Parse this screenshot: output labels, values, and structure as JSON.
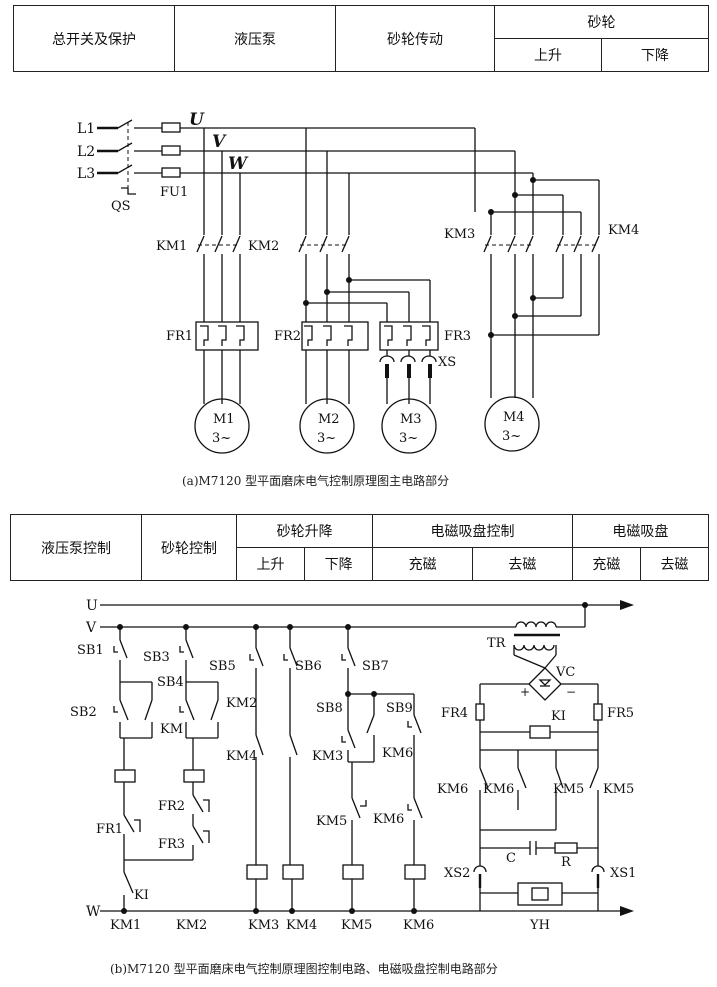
{
  "top_table": {
    "c1": "总开关及保护",
    "c2": "液压泵",
    "c3": "砂轮传动",
    "c4": "砂轮",
    "c4a": "上升",
    "c4b": "下降"
  },
  "top_diagram": {
    "phases": [
      "L1",
      "L2",
      "L3"
    ],
    "phase_marks": [
      "U",
      "V",
      "W"
    ],
    "labels": {
      "qs": "QS",
      "fu1": "FU1",
      "km1": "KM1",
      "km2": "KM2",
      "km3": "KM3",
      "km4": "KM4",
      "fr1": "FR1",
      "fr2": "FR2",
      "fr3": "FR3",
      "xs": "XS"
    },
    "motors": [
      {
        "name": "M1",
        "phase": "3~"
      },
      {
        "name": "M2",
        "phase": "3~"
      },
      {
        "name": "M3",
        "phase": "3~"
      },
      {
        "name": "M4",
        "phase": "3~"
      }
    ],
    "caption": "(a)M7120 型平面磨床电气控制原理图主电路部分"
  },
  "bottom_table": {
    "c1": "液压泵控制",
    "c2": "砂轮控制",
    "c3": "砂轮升降",
    "c3a": "上升",
    "c3b": "下降",
    "c4": "电磁吸盘控制",
    "c4a": "充磁",
    "c4b": "去磁",
    "c5": "电磁吸盘",
    "c5a": "充磁",
    "c5b": "去磁"
  },
  "bottom_diagram": {
    "rails": {
      "u": "U",
      "v": "V",
      "w": "W"
    },
    "labels": {
      "sb1": "SB1",
      "sb2": "SB2",
      "sb3": "SB3",
      "sb4": "SB4",
      "km": "KM",
      "fr1": "FR1",
      "fr2": "FR2",
      "fr3": "FR3",
      "ki": "KI",
      "sb5": "SB5",
      "sb6": "SB6",
      "sb7": "SB7",
      "sb8": "SB8",
      "sb9": "SB9",
      "km2": "KM2",
      "km4": "KM4",
      "km3": "KM3",
      "km6": "KM6",
      "km5": "KM5",
      "km5b": "KM5",
      "km6b": "KM6",
      "tr": "TR",
      "vc": "VC",
      "fr4": "FR4",
      "fr5": "FR5",
      "ki2": "KI",
      "km6c": "KM6",
      "km6d": "KM6",
      "km5c": "KM5",
      "km5d": "KM5",
      "c": "C",
      "r": "R",
      "xs2": "XS2",
      "xs1": "XS1",
      "yh": "YH",
      "plus": "+",
      "minus": "−"
    },
    "bottom_labels": [
      "KM1",
      "KM2",
      "KM3",
      "KM4",
      "KM5",
      "KM6",
      "YH"
    ],
    "caption": "(b)M7120 型平面磨床电气控制原理图控制电路、电磁吸盘控制电路部分"
  }
}
